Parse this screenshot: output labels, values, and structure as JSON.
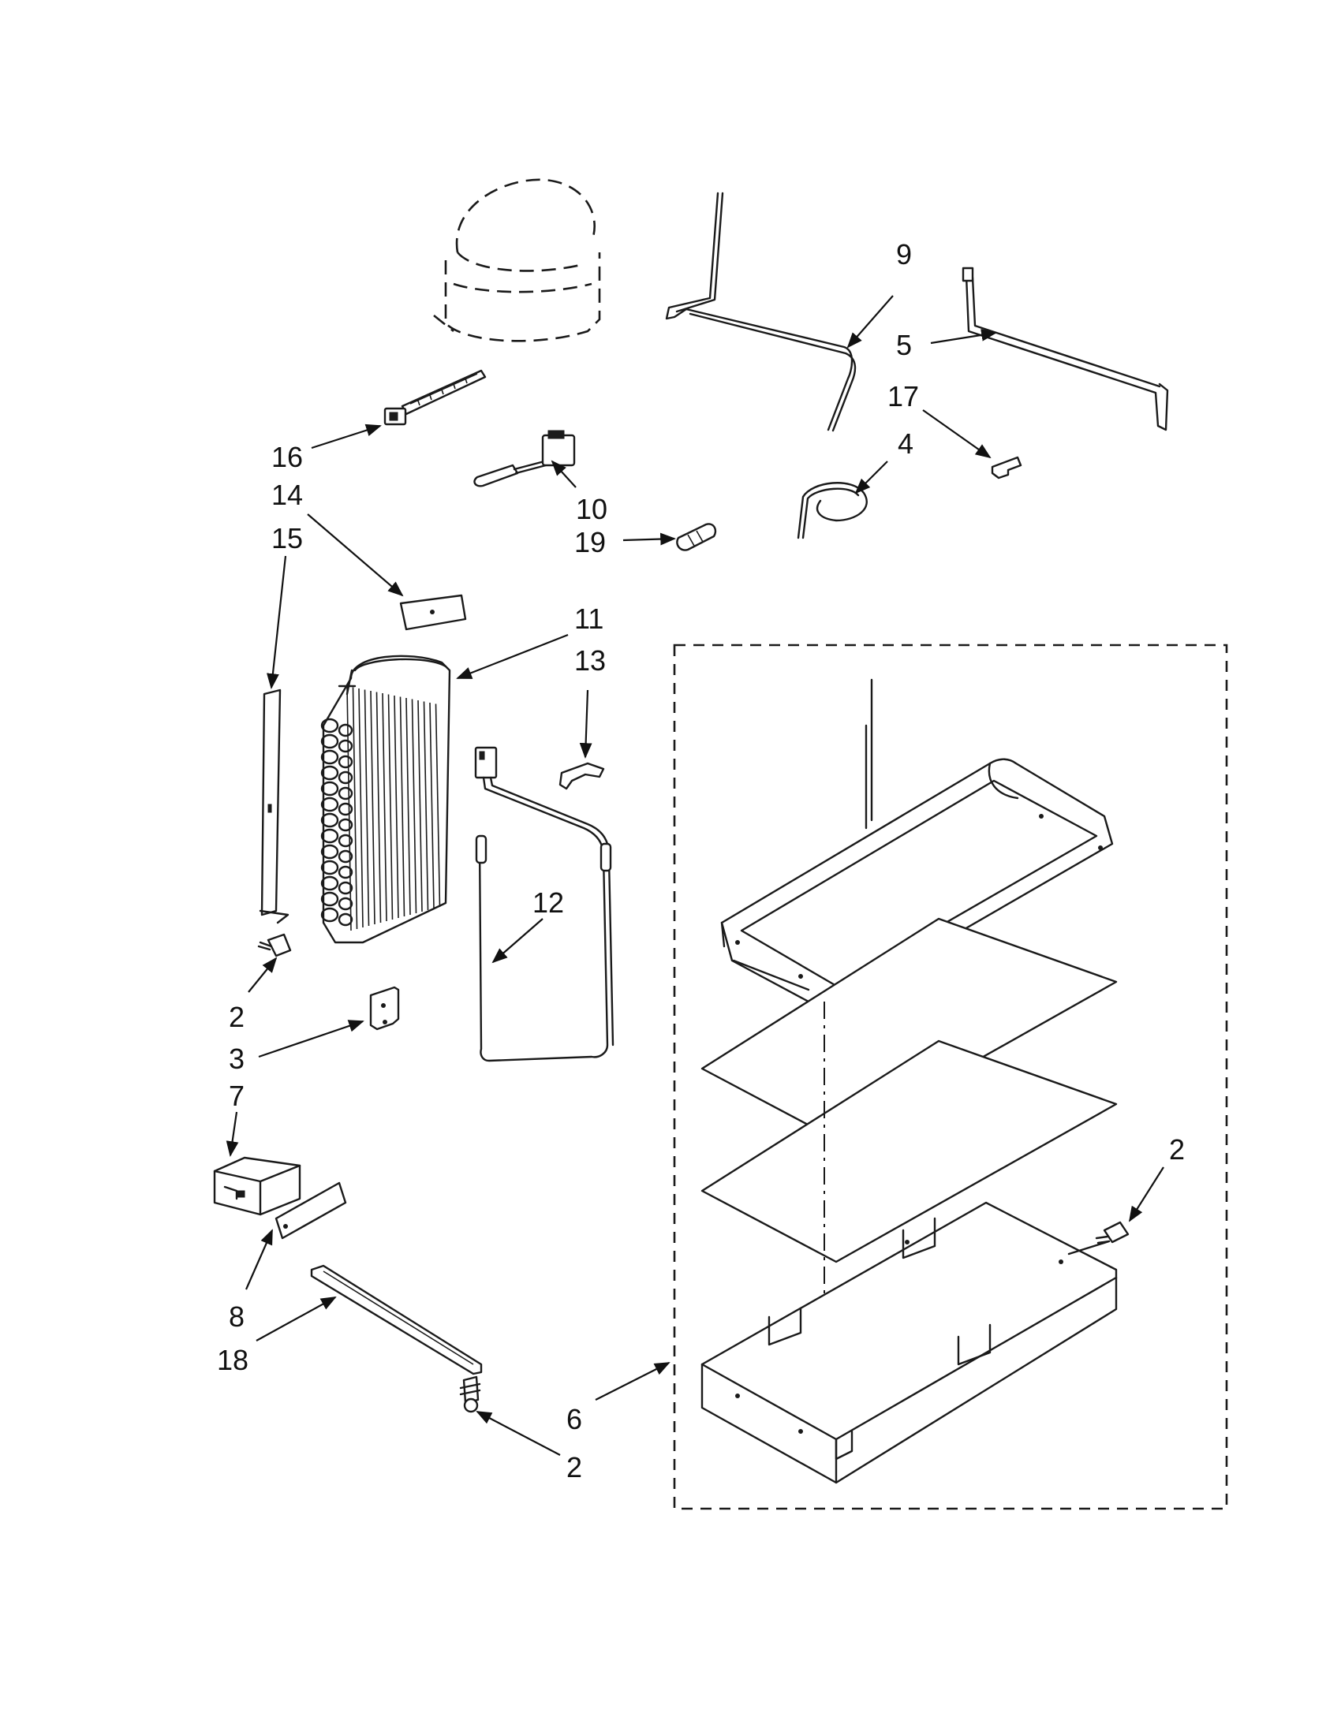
{
  "callouts": {
    "c9": "9",
    "c5": "5",
    "c17": "17",
    "c4": "4",
    "c16": "16",
    "c10": "10",
    "c19": "19",
    "c14": "14",
    "c15": "15",
    "c11": "11",
    "c13": "13",
    "c12": "12",
    "c2a": "2",
    "c3": "3",
    "c7": "7",
    "c8": "8",
    "c18": "18",
    "c2b": "2",
    "c6": "6",
    "c2c": "2"
  }
}
